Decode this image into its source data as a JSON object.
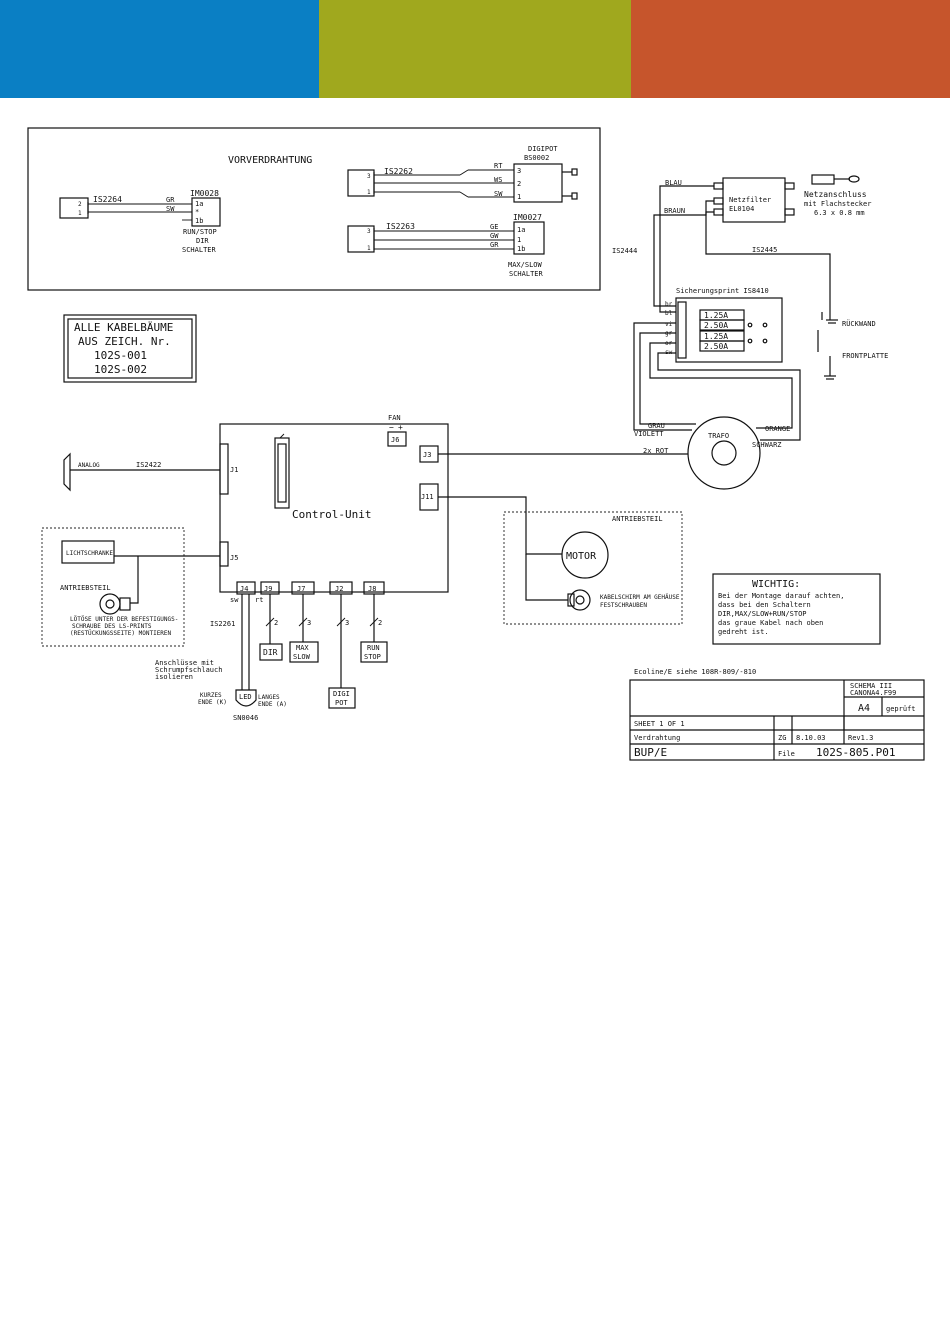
{
  "colors": {
    "band_blue": "#0a7fc4",
    "band_green": "#a0a81e",
    "band_orange": "#c6552c"
  },
  "vorverdrahtung": {
    "title": "VORVERDRAHTUNG",
    "is2264": "IS2264",
    "gr": "GR",
    "sw": "SW",
    "pin2": "2",
    "pin1": "1",
    "im0028": "IM0028",
    "p1a": "1a",
    "pstar": "*",
    "p1b": "1b",
    "runstop_dir_1": "RUN/STOP",
    "runstop_dir_2": "DIR",
    "runstop_dir_3": "SCHALTER",
    "is2262": "IS2262",
    "rt": "RT",
    "ws": "WS",
    "sw2": "SW",
    "digipot_1": "DIGIPOT",
    "digipot_2": "BS0002",
    "dp3": "3",
    "dp2": "2",
    "dp1": "1",
    "c3": "3",
    "c1": "1",
    "is2263": "IS2263",
    "ge": "GE",
    "gw": "GW",
    "gr2": "GR",
    "im0027": "IM0027",
    "q1a": "1a",
    "q1": "1",
    "q1b": "1b",
    "c3b": "3",
    "c1b": "1",
    "maxslow_1": "MAX/SLOW",
    "maxslow_2": "SCHALTER"
  },
  "kabelbaeume": {
    "line1": "ALLE KABELBÄUME",
    "line2": "AUS ZEICH. Nr.",
    "line3": "102S-001",
    "line4": "102S-002"
  },
  "power": {
    "blau": "BLAU",
    "braun": "BRAUN",
    "netzfilter_1": "Netzfilter",
    "netzfilter_2": "EL0104",
    "netz_1": "Netzanschluss",
    "netz_2": "mit Flachstecker",
    "netz_3": "6.3 x 0.8 mm",
    "is2444": "IS2444",
    "is2445": "IS2445",
    "sicherung": "Sicherungsprint IS8410",
    "fuse1": "1.25A",
    "fuse2": "2.50A",
    "fuse3": "1.25A",
    "fuse4": "2.50A",
    "wire_br": "br",
    "wire_bl": "bl",
    "wire_vi": "vi",
    "wire_gr": "gr",
    "wire_or": "or",
    "wire_sw": "sw",
    "rueckwand": "RÜCKWAND",
    "frontplatte": "FRONTPLATTE",
    "grau": "GRAU",
    "violett": "VIOLETT",
    "orange": "ORANGE",
    "schwarz": "SCHWARZ",
    "trafo": "TRAFO",
    "rot": "2x ROT"
  },
  "control": {
    "title": "Control-Unit",
    "fan": "FAN",
    "minus": "−",
    "plus": "+",
    "j6": "J6",
    "j3": "J3",
    "j11": "J11",
    "j1": "J1",
    "j5": "J5",
    "j4": "J4",
    "j9": "J9",
    "j7": "J7",
    "j2": "J2",
    "j8": "J8",
    "analog": "ANALOG",
    "is2422": "IS2422"
  },
  "lichtschranke": {
    "box": "LICHTSCHRANKE",
    "antriebsteil": "ANTRIEBSTEIL",
    "note_1": "LÖTÖSE UNTER DER BEFESTIGUNGS-",
    "note_2": "SCHRAUBE DES LS-PRINTS",
    "note_3": "(RESTÜCKUNGSSEITE) MONTIEREN"
  },
  "motor": {
    "antriebsteil": "ANTRIEBSTEIL",
    "motor": "MOTOR",
    "note_1": "KABELSCHIRM AM GEHÄUSE",
    "note_2": "FESTSCHRAUBEN"
  },
  "bottom": {
    "sw": "sw",
    "rt": "rt",
    "is2261": "IS2261",
    "n2a": "2",
    "n3a": "3",
    "n3b": "3",
    "n2b": "2",
    "dir": "DIR",
    "max": "MAX",
    "slow": "SLOW",
    "run": "RUN",
    "stop": "STOP",
    "digi": "DIGI",
    "pot": "POT",
    "anschl_1": "Anschlüsse mit",
    "anschl_2": "Schrumpfschlauch",
    "anschl_3": "isolieren",
    "led": "LED",
    "sn0046": "SN0046",
    "kurzes_1": "KURZES",
    "kurzes_2": "ENDE (K)",
    "langes_1": "LANGES",
    "langes_2": "ENDE (A)"
  },
  "wichtig": {
    "title": "WICHTIG:",
    "l1": "Bei der Montage darauf achten,",
    "l2": "dass bei den Schaltern",
    "l3": "DIR,MAX/SLOW+RUN/STOP",
    "l4": "das graue Kabel nach oben",
    "l5": "gedreht ist."
  },
  "titleblock": {
    "ecoline": "Ecoline/E siehe 108R-809/-810",
    "schema_1": "SCHEMA III",
    "schema_2": "CANONA4.F99",
    "a4": "A4",
    "geprueft": "geprüft",
    "sheet": "SHEET 1 OF 1",
    "verdrahtung": "Verdrahtung",
    "zg": "ZG",
    "date": "8.10.03",
    "rev": "Rev1.3",
    "bup": "BUP/E",
    "file": "File",
    "filename": "102S-805.P01"
  }
}
